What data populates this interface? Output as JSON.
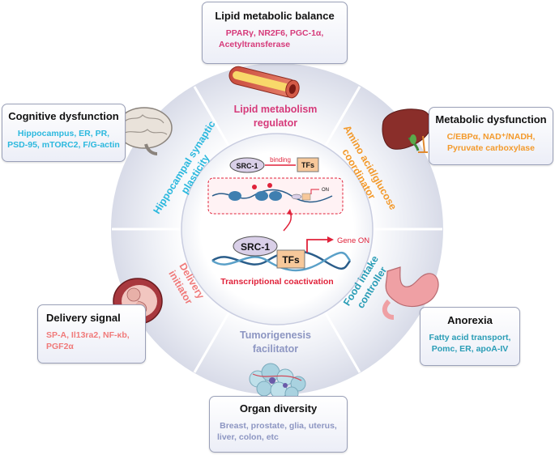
{
  "colors": {
    "lipid": "#d63a7a",
    "hippocampal": "#2bb8de",
    "amino": "#f39a2c",
    "delivery": "#f07a7a",
    "food": "#2a9db6",
    "tumor": "#8d96c2",
    "red": "#e0223a"
  },
  "boxes": {
    "lipid": {
      "title": "Lipid metabolic balance",
      "lines": [
        "PPARγ, NR2F6, PGC-1α,",
        "Acetyltransferase"
      ]
    },
    "cognitive": {
      "title": "Cognitive  dysfunction",
      "lines": [
        "Hippocampus, ER, PR,",
        "PSD-95, mTORC2, F/G-actin"
      ]
    },
    "metabolic": {
      "title": "Metabolic dysfunction",
      "lines": [
        "C/EBPα, NAD⁺/NADH,",
        "Pyruvate carboxylase"
      ]
    },
    "delivery": {
      "title": "Delivery signal",
      "lines": [
        "SP-A, Il13ra2, NF-κb,",
        "PGF2α"
      ]
    },
    "anorexia": {
      "title": "Anorexia",
      "lines": [
        "Fatty acid transport,",
        "Pomc, ER, apoA-IV"
      ]
    },
    "organ": {
      "title": "Organ diversity",
      "lines": [
        "Breast, prostate, glia, uterus,",
        "liver, colon, etc"
      ]
    }
  },
  "ring": {
    "lipid": [
      "Lipid metabolism",
      "regulator"
    ],
    "hippocampal": [
      "Hippocampal synaptic",
      "plasticity"
    ],
    "amino": [
      "Amino acid/glucose",
      "coordinator"
    ],
    "delivery": [
      "Delivery",
      "initiator"
    ],
    "food": [
      "Food intake",
      "controller"
    ],
    "tumor": [
      "Tumorigenesis",
      "facilitator"
    ]
  },
  "center": {
    "src1": "SRC-1",
    "binding": "binding",
    "tfs": "TFs",
    "gene_on": "Gene ON",
    "on_small": "ON",
    "coactivation": "Transcriptional coactivation"
  }
}
